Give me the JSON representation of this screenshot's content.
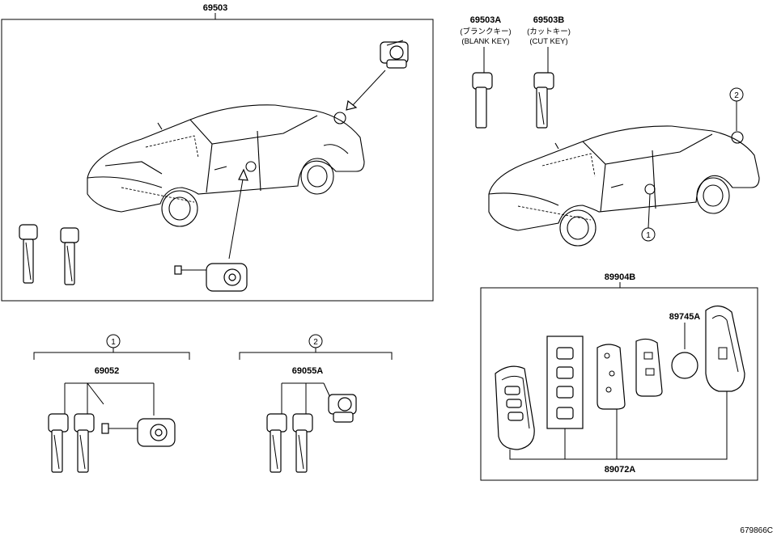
{
  "labels": {
    "main_assembly": "69503",
    "blank_key": "69503A",
    "blank_key_jp": "(ブランクキー)",
    "blank_key_en": "(BLANK KEY)",
    "cut_key": "69503B",
    "cut_key_jp": "(カットキー)",
    "cut_key_en": "(CUT KEY)",
    "set1": "69052",
    "set2": "69055A",
    "smart_key_assy": "89904B",
    "battery": "89745A",
    "transmitter": "89072A",
    "ref_one": "1",
    "ref_two": "2",
    "footer_code": "679866C"
  }
}
